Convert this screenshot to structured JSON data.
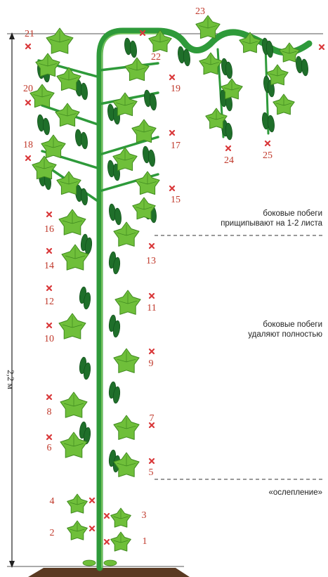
{
  "colors": {
    "leaf": "#6fbf3a",
    "leaf_edge": "#3f8a1f",
    "stem": "#2e9a3a",
    "cucumber": "#1f6f2a",
    "mark": "#d9383a",
    "number": "#c0392b",
    "soil": "#5a3a22",
    "ruler": "#222222"
  },
  "icons": {
    "pinch_mark": "cross-mark-icon"
  },
  "height_label": "2,2 м",
  "zone_labels": {
    "pinch_line1": "боковые побеги",
    "pinch_line2": "прищипывают на 1-2 листа",
    "remove_line1": "боковые побеги",
    "remove_line2": "удаляют полностью",
    "blind": "«ослепление»"
  },
  "node_numbers": [
    "1",
    "2",
    "3",
    "4",
    "5",
    "6",
    "7",
    "8",
    "9",
    "10",
    "11",
    "12",
    "13",
    "14",
    "15",
    "16",
    "17",
    "18",
    "19",
    "20",
    "21",
    "22",
    "23",
    "24",
    "25"
  ]
}
